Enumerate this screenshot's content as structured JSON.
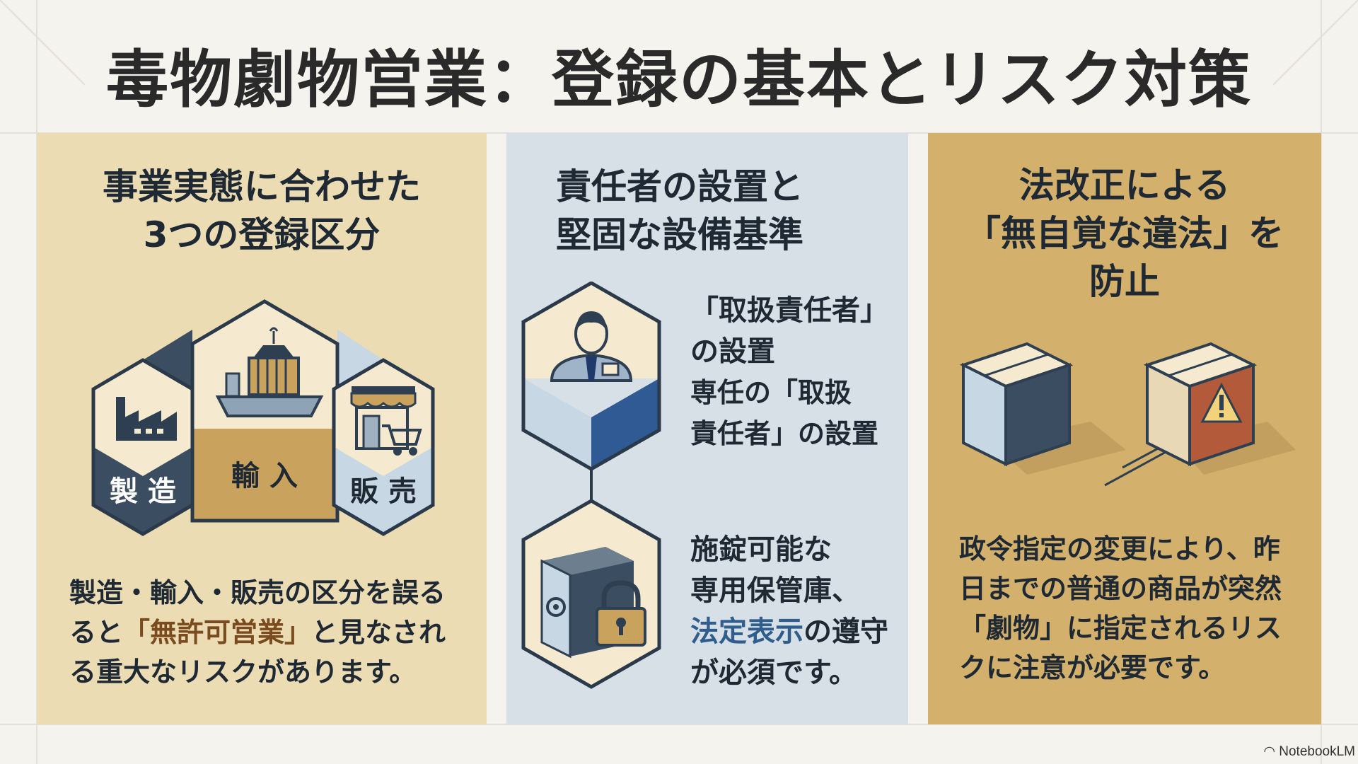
{
  "title": "毒物劇物営業：登録の基本とリスク対策",
  "panels": {
    "left": {
      "heading": [
        "事業実態に合わせた",
        "3つの登録区分"
      ],
      "hex_labels": {
        "manufacture": "製 造",
        "import": "輸 入",
        "sales": "販 売"
      },
      "body": {
        "line1": "製造・輸入・販売の区分を誤る",
        "line2_pre": "ると",
        "line2_hl": "「無許可営業」",
        "line2_post": "と見なされ",
        "line3": "る重大なリスクがあります。"
      }
    },
    "middle": {
      "heading": [
        "責任者の設置と",
        "堅固な設備基準"
      ],
      "item1": {
        "title": [
          "「取扱責任者」",
          "の設置"
        ],
        "desc": [
          "専任の「取扱",
          "責任者」の設置"
        ]
      },
      "item2": {
        "line1": "施錠可能な",
        "line2": "専用保管庫、",
        "line3_hl": "法定表示",
        "line3_post": "の遵守",
        "line4": "が必須です。"
      }
    },
    "right": {
      "heading": [
        "法改正による",
        "「無自覚な違法」を",
        "防止"
      ],
      "body": [
        "政令指定の変更により、昨",
        "日までの普通の商品が突然",
        "「劇物」に指定されるリス",
        "クに注意が必要です。"
      ]
    }
  },
  "watermark": "NotebookLM",
  "icons": [
    "factory-icon",
    "cargo-ship-icon",
    "storefront-icon",
    "shopping-cart-icon",
    "person-icon",
    "safe-icon",
    "padlock-icon",
    "box-icon",
    "warning-icon"
  ],
  "colors": {
    "navy": "#3b4d60",
    "gold": "#c9a35e",
    "lightblue": "#c7d7e3",
    "cream": "#f5e9cf",
    "blue": "#2f5a93",
    "rust": "#b25a3a"
  }
}
